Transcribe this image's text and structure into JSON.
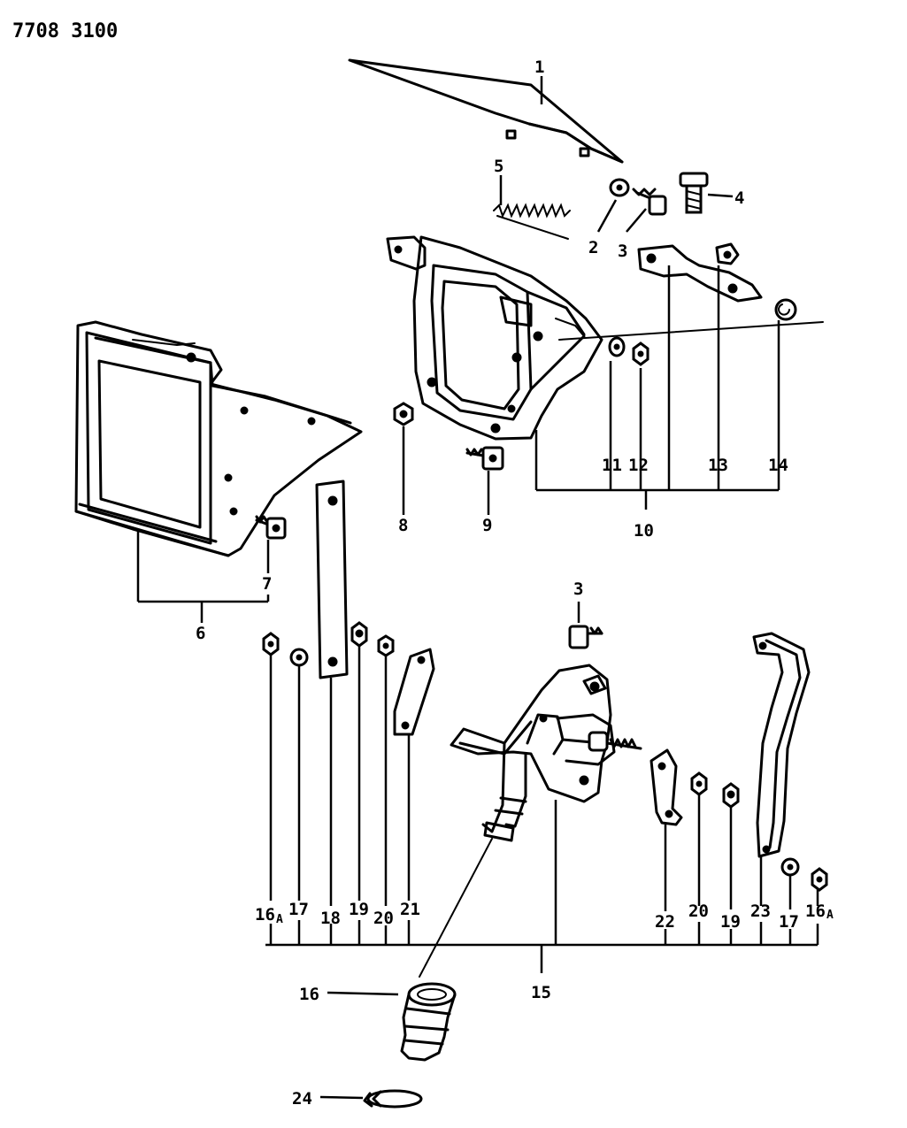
{
  "document_id": "7708 3100",
  "callouts": {
    "c1": "1",
    "c2": "2",
    "c3a": "3",
    "c4": "4",
    "c5": "5",
    "c6": "6",
    "c7": "7",
    "c8": "8",
    "c9": "9",
    "c10": "10",
    "c11": "11",
    "c12": "12",
    "c13": "13",
    "c14": "14",
    "c15": "15",
    "c16": "16",
    "c16a_left": "16",
    "c16a_left_suffix": "A",
    "c17_left": "17",
    "c18": "18",
    "c19_left": "19",
    "c20_left": "20",
    "c21": "21",
    "c3b": "3",
    "c22": "22",
    "c20_right": "20",
    "c19_right": "19",
    "c23": "23",
    "c17_right": "17",
    "c16a_right": "16",
    "c16a_right_suffix": "A",
    "c24": "24"
  }
}
